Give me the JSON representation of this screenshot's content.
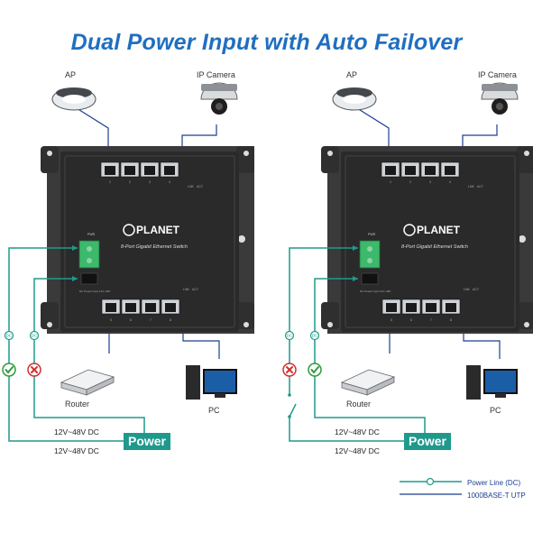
{
  "title": "Dual Power Input with Auto Failover",
  "devices": {
    "ap": "AP",
    "ip_camera": "IP Camera",
    "router": "Router",
    "pc": "PC"
  },
  "switch": {
    "brand": "PLANET",
    "model_text": "8-Port Gigabit Ethernet Switch",
    "pwr_label": "PWR",
    "input_label": "DC Power Input 12V~48V",
    "port_numbers": [
      "1",
      "2",
      "3",
      "4",
      "5",
      "6",
      "7",
      "8"
    ],
    "status_top": [
      "LNK",
      "ACT"
    ],
    "status_bottom": [
      "LNK",
      "ACT"
    ]
  },
  "power": {
    "label": "Power",
    "line1": "12V~48V DC",
    "line2": "12V~48V DC",
    "dc_tag": "DC"
  },
  "scenarios": [
    {
      "id": "left",
      "outer_ok": true,
      "inner_ok": false
    },
    {
      "id": "right",
      "outer_ok": false,
      "inner_ok": true
    }
  ],
  "legend": {
    "power_line": "Power Line (DC)",
    "utp": "1000BASE-T UTP"
  },
  "colors": {
    "title": "#1f6fc0",
    "power_line": "#1e9a8c",
    "utp_line": "#1b3f8f",
    "ok": "#2e9a3a",
    "fail": "#d0312d",
    "switch_body": "#2a2a2a"
  }
}
